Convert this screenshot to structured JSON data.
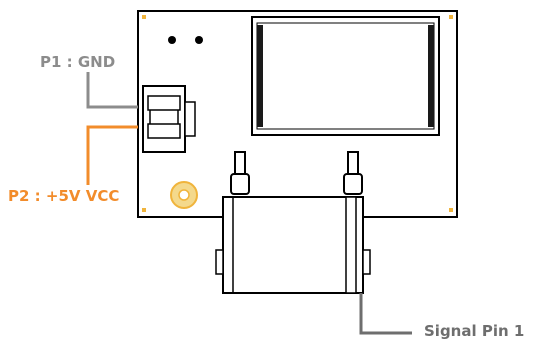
{
  "labels": {
    "p1": "P1 : GND",
    "p2": "P2 : +5V VCC",
    "signal": "Signal Pin 1"
  },
  "colors": {
    "gnd": "#8c8c8c",
    "vcc": "#f28c2b",
    "signal": "#6e6e6e",
    "outline": "#000000",
    "pad": "#f0b43c"
  }
}
